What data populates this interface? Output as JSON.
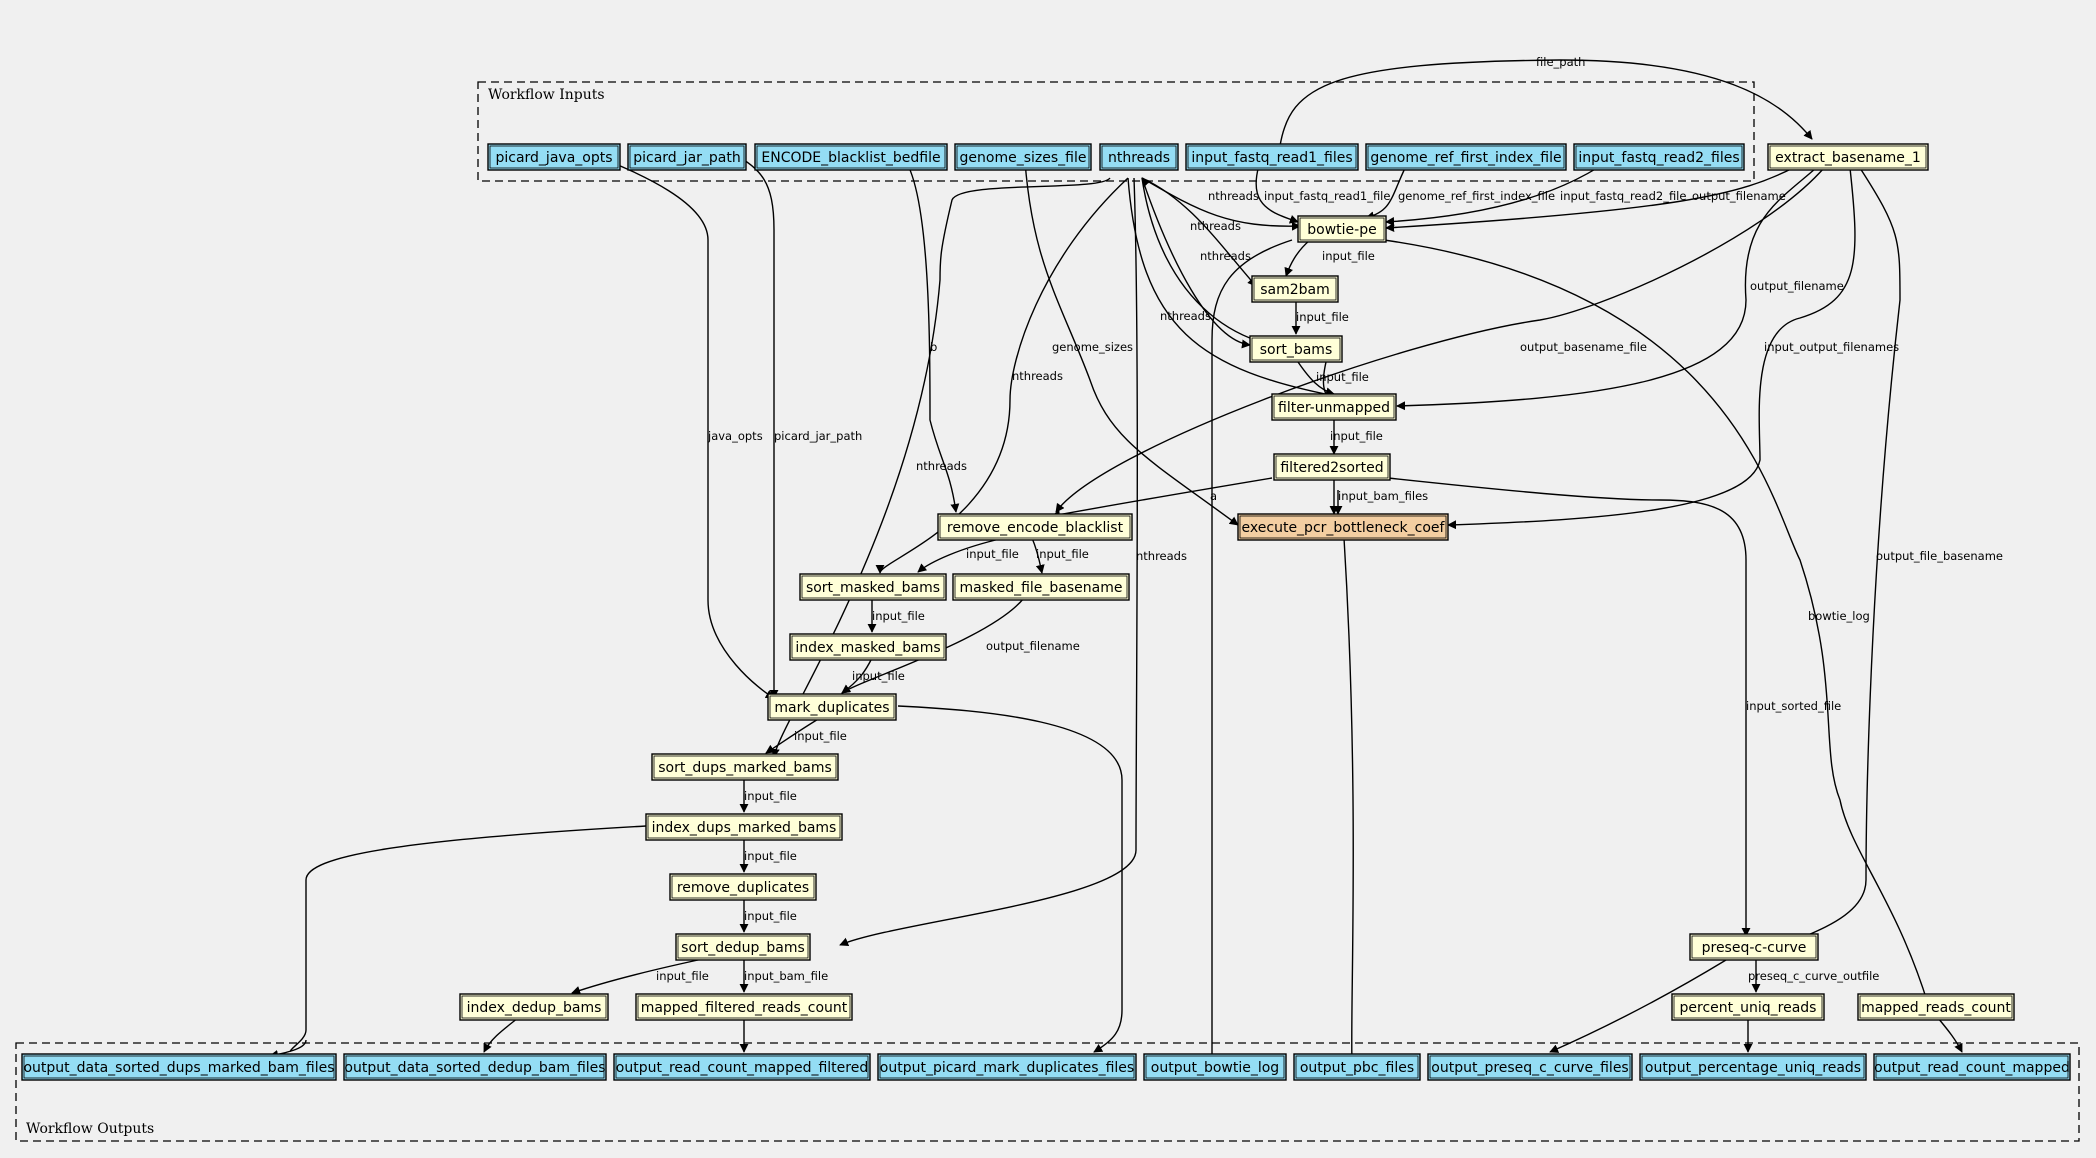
{
  "clusters": {
    "inputs": "Workflow Inputs",
    "outputs": "Workflow Outputs"
  },
  "colors": {
    "background": "#f0f0f0",
    "input_fill": "#94ddf4",
    "step_fill": "#ffffd8",
    "highlight_fill": "#f3cea1",
    "output_fill": "#94ddf4",
    "stroke": "#000000"
  },
  "nodes": {
    "picard_java_opts": "picard_java_opts",
    "picard_jar_path": "picard_jar_path",
    "encode_blacklist_bedfile": "ENCODE_blacklist_bedfile",
    "genome_sizes_file": "genome_sizes_file",
    "nthreads": "nthreads",
    "input_fastq_read1_files": "input_fastq_read1_files",
    "genome_ref_first_index_file": "genome_ref_first_index_file",
    "input_fastq_read2_files": "input_fastq_read2_files",
    "extract_basename_1": "extract_basename_1",
    "bowtie_pe": "bowtie-pe",
    "sam2bam": "sam2bam",
    "sort_bams": "sort_bams",
    "filter_unmapped": "filter-unmapped",
    "filtered2sorted": "filtered2sorted",
    "remove_encode_blacklist": "remove_encode_blacklist",
    "execute_pcr_bottleneck_coef": "execute_pcr_bottleneck_coef",
    "sort_masked_bams": "sort_masked_bams",
    "masked_file_basename": "masked_file_basename",
    "index_masked_bams": "index_masked_bams",
    "mark_duplicates": "mark_duplicates",
    "sort_dups_marked_bams": "sort_dups_marked_bams",
    "index_dups_marked_bams": "index_dups_marked_bams",
    "remove_duplicates": "remove_duplicates",
    "sort_dedup_bams": "sort_dedup_bams",
    "index_dedup_bams": "index_dedup_bams",
    "mapped_filtered_reads_count": "mapped_filtered_reads_count",
    "preseq_c_curve": "preseq-c-curve",
    "percent_uniq_reads": "percent_uniq_reads",
    "mapped_reads_count": "mapped_reads_count",
    "out_sorted_dups_marked": "output_data_sorted_dups_marked_bam_files",
    "out_sorted_dedup": "output_data_sorted_dedup_bam_files",
    "out_read_count_mapped_filtered": "output_read_count_mapped_filtered",
    "out_picard_mark_duplicates": "output_picard_mark_duplicates_files",
    "out_bowtie_log": "output_bowtie_log",
    "out_pbc_files": "output_pbc_files",
    "out_preseq_c_curve": "output_preseq_c_curve_files",
    "out_percentage_uniq_reads": "output_percentage_uniq_reads",
    "out_read_count_mapped": "output_read_count_mapped"
  },
  "edge_labels": {
    "file_path": "file_path",
    "nthreads": "nthreads",
    "input_fastq_read1_file": "input_fastq_read1_file",
    "genome_ref_first_index_file": "genome_ref_first_index_file",
    "input_fastq_read2_file": "input_fastq_read2_file",
    "output_filename": "output_filename",
    "input_file": "input_file",
    "b": "b",
    "a": "a",
    "genome_sizes": "genome_sizes",
    "java_opts": "java_opts",
    "picard_jar_path": "picard_jar_path",
    "output_basename_file": "output_basename_file",
    "input_output_filenames": "input_output_filenames",
    "input_bam_files": "input_bam_files",
    "output_file_basename": "output_file_basename",
    "bowtie_log": "bowtie_log",
    "input_sorted_file": "input_sorted_file",
    "input_bam_file": "input_bam_file",
    "preseq_c_curve_outfile": "preseq_c_curve_outfile"
  }
}
